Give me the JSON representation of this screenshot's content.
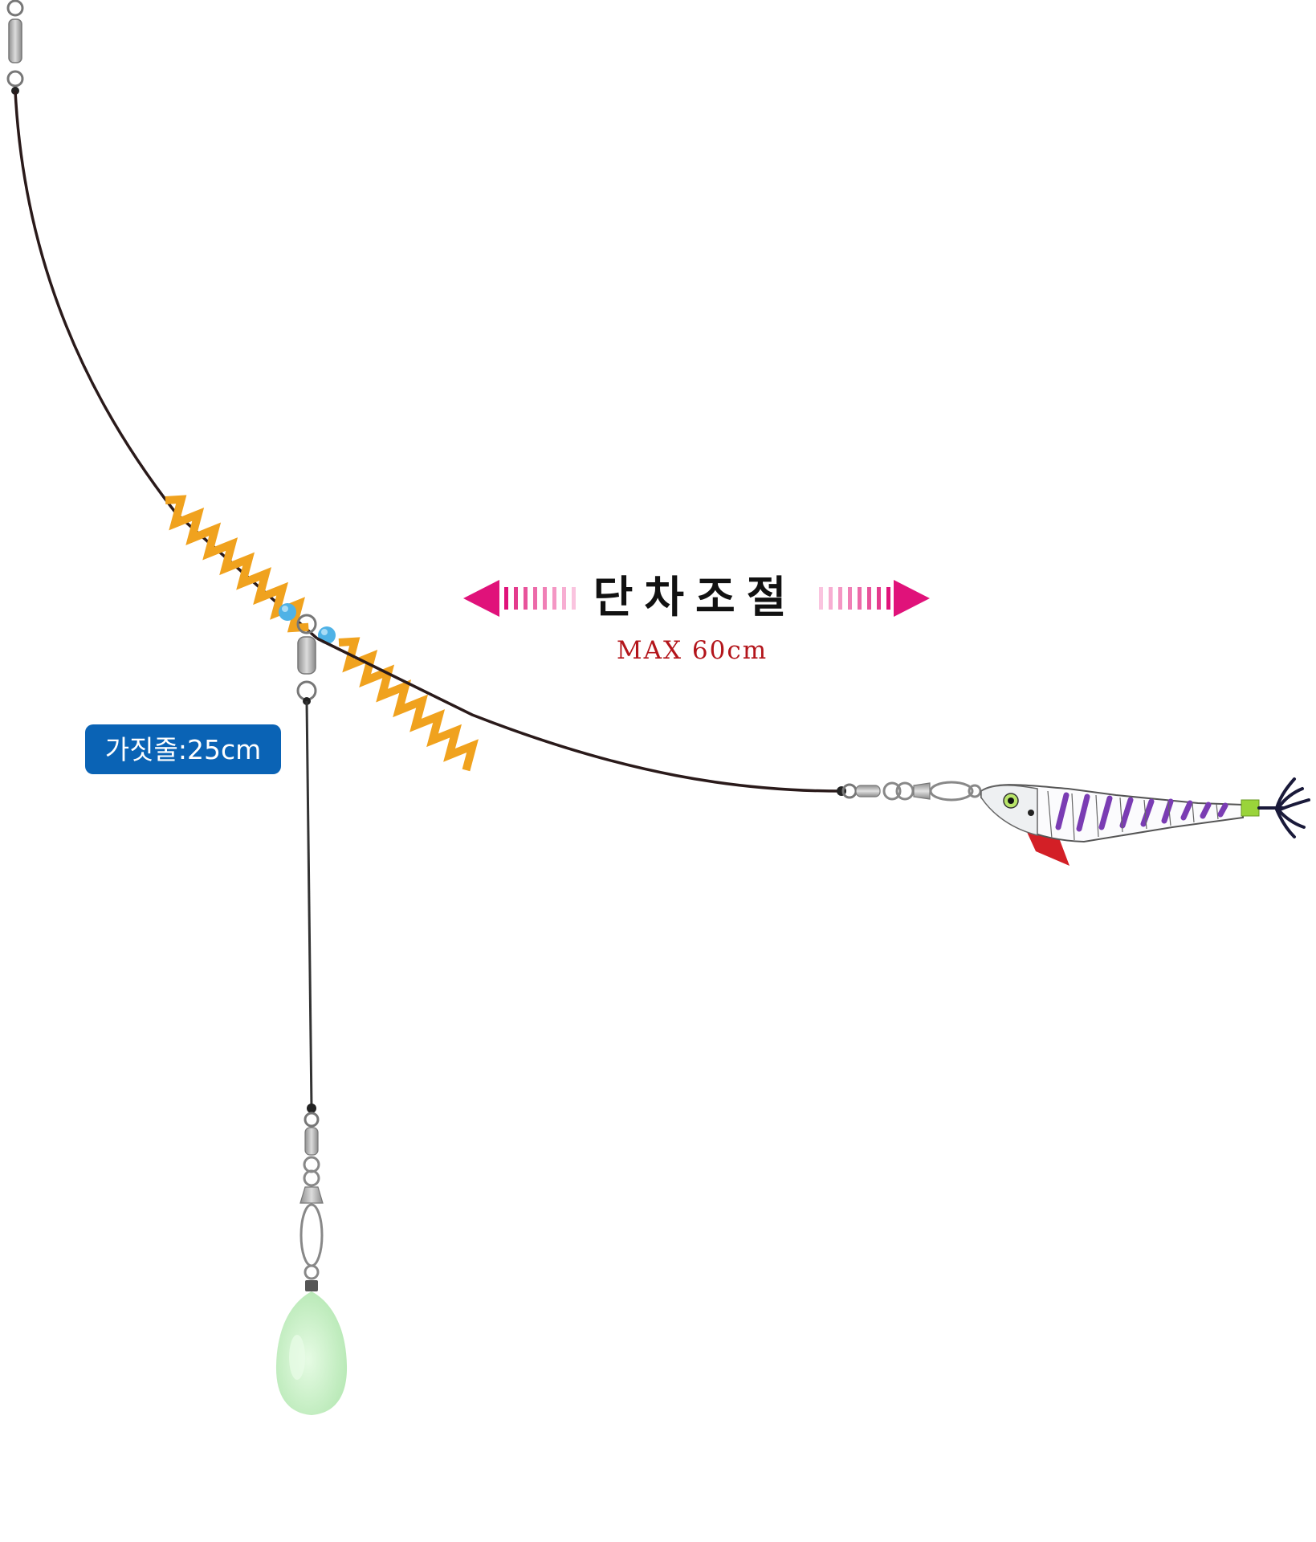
{
  "adjust": {
    "title": "단차조절",
    "max_label": "MAX 60cm"
  },
  "branch": {
    "label": "가짓줄:25cm"
  },
  "colors": {
    "line": "#2a1a1a",
    "spring": "#f0a21e",
    "bead": "#4fb2e6",
    "arrow": "#e0127a",
    "arrow_dash": "#f07fb8",
    "max_text": "#b3151b",
    "badge": "#0a63b5",
    "sinker": "#c7f0c6",
    "egi_stripe": "#7a3cb3",
    "egi_fin": "#d31f26",
    "egi_tail": "#9ad43a"
  },
  "icons": {
    "top_swivel": "swivel-icon",
    "mid_swivel": "swivel-icon",
    "snap_egi": "snap-swivel-icon",
    "snap_sinker": "snap-swivel-icon",
    "sinker": "sinker-icon",
    "egi": "squid-jig-icon"
  }
}
